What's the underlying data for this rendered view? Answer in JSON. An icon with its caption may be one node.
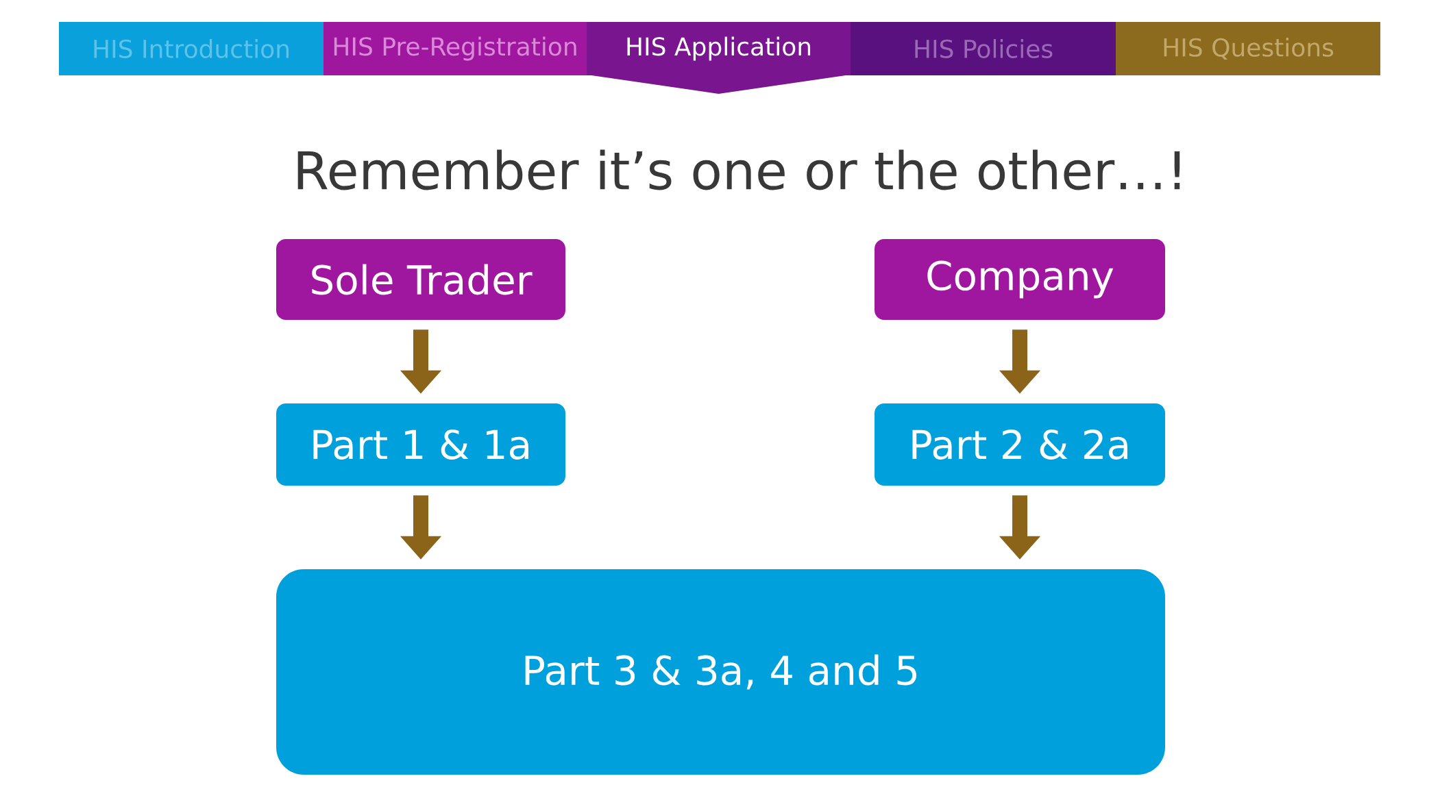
{
  "diagram": {
    "title": "Remember it’s one or the other…!",
    "nodes": [
      {
        "text": [
          "HIS Introduction"
        ]
      },
      {
        "text": [
          "HIS Pre-Registration"
        ]
      },
      {
        "text": [
          "HIS Application"
        ]
      },
      {
        "text": [
          "HIS Policies"
        ]
      },
      {
        "text": [
          "HIS Questions"
        ]
      },
      {
        "text": [
          "Sole Trader"
        ]
      },
      {
        "text": [
          "Company"
        ]
      },
      {
        "text": [
          "Part 1 & 1a"
        ]
      },
      {
        "text": [
          "Part 2 & 2a"
        ]
      },
      {
        "text": [
          "Part 3 & 3a, 4 and 5"
        ]
      }
    ],
    "edges": [
      {
        "from": 5,
        "to": 7,
        "arrow": "to"
      },
      {
        "from": 6,
        "to": 8,
        "arrow": "to"
      },
      {
        "from": 7,
        "to": 9,
        "arrow": "to"
      },
      {
        "from": 8,
        "to": 9,
        "arrow": "to"
      }
    ]
  }
}
